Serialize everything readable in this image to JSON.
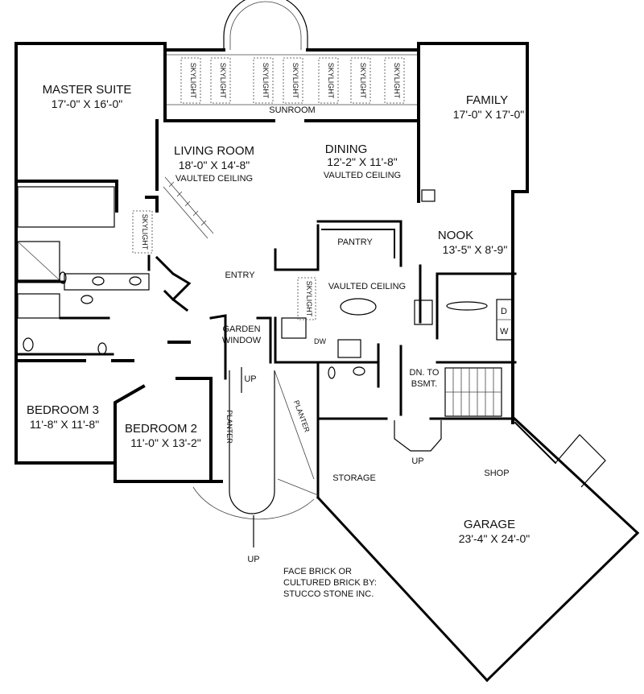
{
  "rooms": {
    "master_suite": {
      "name": "MASTER SUITE",
      "dim": "17'-0\" X 16'-0\""
    },
    "sunroom": {
      "name": "SUNROOM"
    },
    "family": {
      "name": "FAMILY",
      "dim": "17'-0\" X 17'-0\""
    },
    "living_room": {
      "name": "LIVING ROOM",
      "dim": "18'-0\" X 14'-8\"",
      "note": "VAULTED CEILING"
    },
    "dining": {
      "name": "DINING",
      "dim": "12'-2\" X 11'-8\"",
      "note": "VAULTED CEILING"
    },
    "nook": {
      "name": "NOOK",
      "dim": "13'-5\" X 8'-9\""
    },
    "pantry": {
      "name": "PANTRY"
    },
    "kitchen": {
      "note": "VAULTED CEILING"
    },
    "entry": {
      "name": "ENTRY"
    },
    "garden_window": {
      "line1": "GARDEN",
      "line2": "WINDOW"
    },
    "bedroom3": {
      "name": "BEDROOM 3",
      "dim": "11'-8\" X 11'-8\""
    },
    "bedroom2": {
      "name": "BEDROOM 2",
      "dim": "11'-0\" X 13'-2\""
    },
    "storage": {
      "name": "STORAGE"
    },
    "shop": {
      "name": "SHOP"
    },
    "garage": {
      "name": "GARAGE",
      "dim": "23'-4\" X 24'-0\""
    }
  },
  "labels": {
    "skylight": "SKYLIGHT",
    "planter": "PLANTER",
    "up": "UP",
    "dn_to_bsmt_1": "DN. TO",
    "dn_to_bsmt_2": "BSMT.",
    "dw": "DW",
    "dryer": "D",
    "washer": "W",
    "brick_note": [
      "FACE BRICK OR",
      "CULTURED BRICK BY:",
      "STUCCO STONE INC."
    ]
  }
}
